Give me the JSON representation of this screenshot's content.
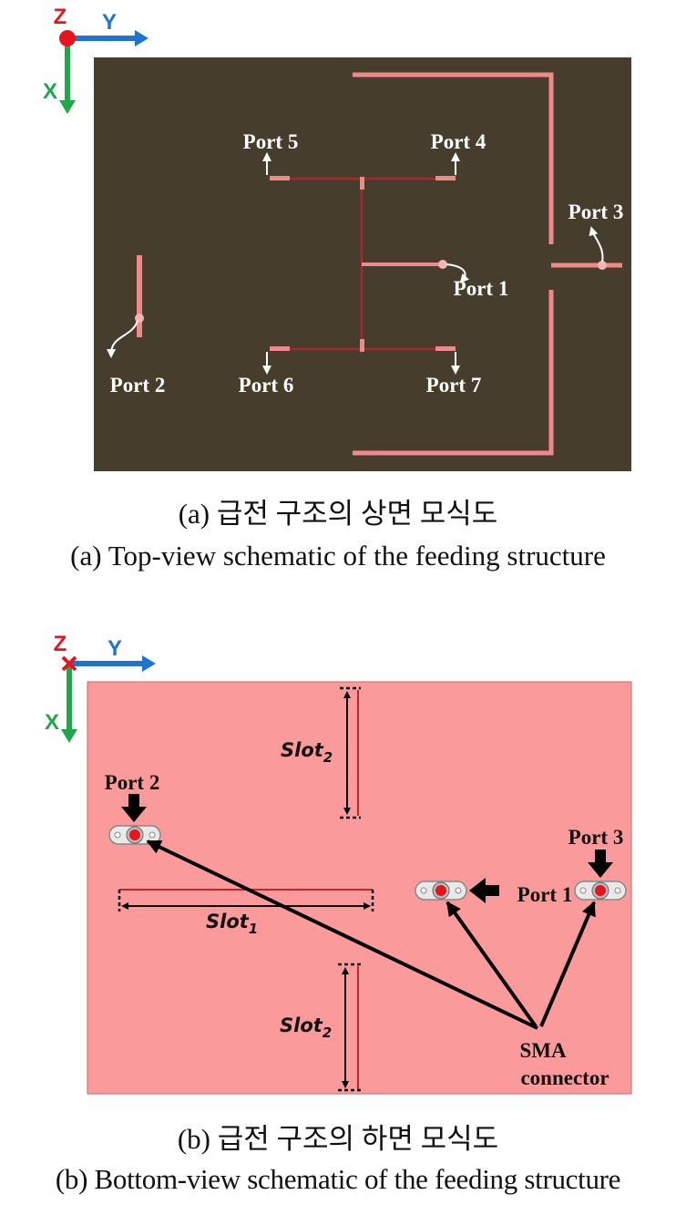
{
  "top_view": {
    "axis": {
      "z": "Z",
      "y": "Y",
      "x": "X"
    },
    "ports": {
      "p1": "Port 1",
      "p2": "Port 2",
      "p3": "Port 3",
      "p4": "Port 4",
      "p5": "Port 5",
      "p6": "Port 6",
      "p7": "Port 7"
    },
    "caption_ko": "(a) 급전 구조의 상면 모식도",
    "caption_en": "(a) Top-view schematic of the feeding structure"
  },
  "bottom_view": {
    "axis": {
      "z": "Z",
      "y": "Y",
      "x": "X"
    },
    "ports": {
      "p1": "Port 1",
      "p2": "Port 2",
      "p3": "Port 3"
    },
    "slot_base": "Slot",
    "slot1_sub": "1",
    "slot2_sub": "2",
    "connector_line1": "SMA",
    "connector_line2": "connector",
    "caption_ko": "(b) 급전 구조의 하면 모식도",
    "caption_en": "(b) Bottom-view schematic of the feeding structure"
  },
  "colors": {
    "board_top": "#463d2c",
    "trace": "#f08a8a",
    "trace_dark": "#a8282a",
    "board_bottom": "#fb9a9a",
    "axis_z": "#e8141c",
    "axis_y": "#1f74d0",
    "axis_x": "#1fa84a"
  }
}
